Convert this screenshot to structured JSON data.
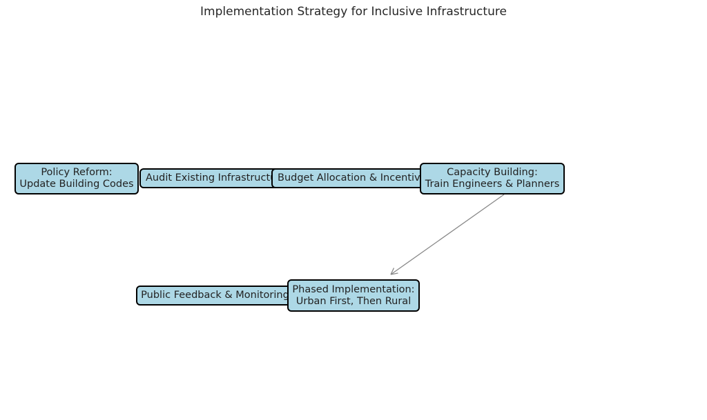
{
  "title": "Implementation Strategy for Inclusive Infrastructure",
  "nodes": {
    "policy": {
      "line1": "Policy Reform:",
      "line2": "Update Building Codes"
    },
    "audit": {
      "line1": "Audit Existing Infrastructure"
    },
    "budget": {
      "line1": "Budget Allocation & Incentives"
    },
    "capacity": {
      "line1": "Capacity Building:",
      "line2": "Train Engineers & Planners"
    },
    "phased": {
      "line1": "Phased Implementation:",
      "line2": "Urban First, Then Rural"
    },
    "public": {
      "line1": "Public Feedback & Monitoring"
    }
  },
  "edges": [
    {
      "from": "capacity",
      "to": "phased",
      "color": "#888888"
    }
  ],
  "colors": {
    "node_fill": "#add8e6",
    "node_border": "#000000",
    "edge": "#888888"
  }
}
